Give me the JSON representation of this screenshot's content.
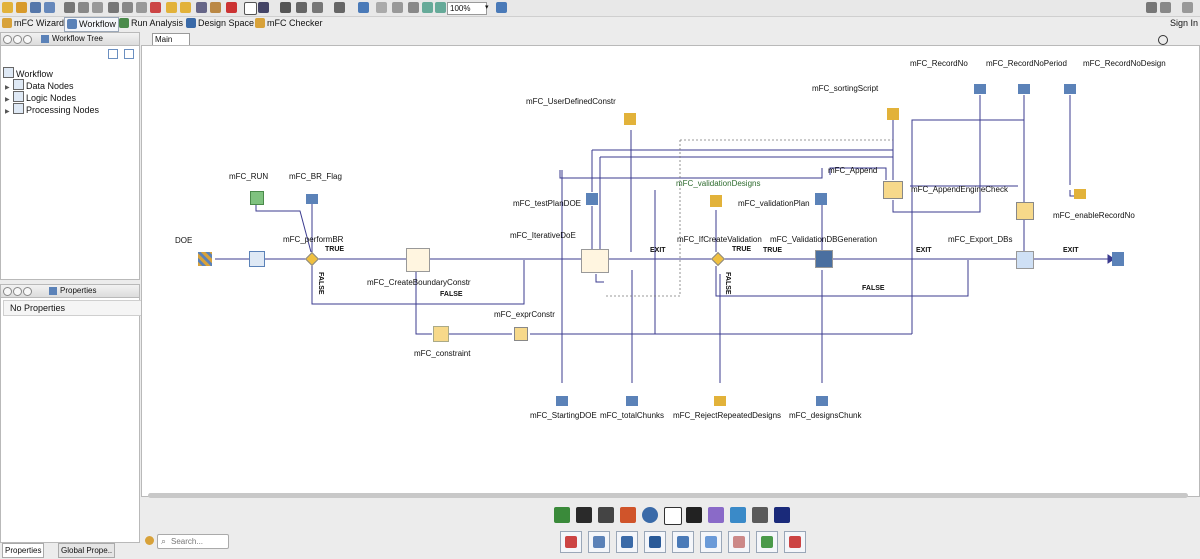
{
  "toolbar": {
    "zoom_value": "100%"
  },
  "perspectives": [
    {
      "label": "mFC Wizard"
    },
    {
      "label": "Workflow"
    },
    {
      "label": "Run Analysis"
    },
    {
      "label": "Design Space"
    },
    {
      "label": "mFC Checker"
    }
  ],
  "sign_in": "Sign In",
  "workflow_tree": {
    "title": "Workflow Tree",
    "items": [
      {
        "label": "Workflow"
      },
      {
        "label": "Data Nodes"
      },
      {
        "label": "Logic Nodes"
      },
      {
        "label": "Processing Nodes"
      }
    ]
  },
  "properties": {
    "title": "Properties",
    "empty_text": "No Properties"
  },
  "bottom_tabs": [
    {
      "label": "Properties"
    },
    {
      "label": "Global Prope.."
    }
  ],
  "editor": {
    "tab_label": "Main"
  },
  "search": {
    "placeholder": "Search..."
  },
  "workflow": {
    "labels": {
      "doe": "DOE",
      "run": "mFC_RUN",
      "br_flag": "mFC_BR_Flag",
      "perform_br": "mFC_performBR",
      "create_boundary": "mFC_CreateBoundaryConstr",
      "constraint": "mFC_constraint",
      "expr_constr": "mFC_exprConstr",
      "user_defined": "mFC_UserDefinedConstr",
      "test_plan": "mFC_testPlanDOE",
      "iterative_doe": "mFC_IterativeDoE",
      "validation_designs": "mFC_validationDesigns",
      "validation_plan": "mFC_validationPlan",
      "if_create_validation": "mFC_IfCreateValidation",
      "validation_db": "mFC_ValidationDBGeneration",
      "sorting_script": "mFC_sortingScript",
      "append": "mFC_Append",
      "append_engine": "mFC_AppendEngineCheck",
      "record_no": "mFC_RecordNo",
      "record_no_period": "mFC_RecordNoPeriod",
      "record_no_design": "mFC_RecordNoDesign",
      "enable_record": "mFC_enableRecordNo",
      "export_dbs": "mFC_Export_DBs",
      "starting_doe": "mFC_StartingDOE",
      "total_chunks": "mFC_totalChunks",
      "reject_repeated": "mFC_RejectRepeatedDesigns",
      "designs_chunk": "mFC_designsChunk"
    },
    "conditions": {
      "true1": "TRUE",
      "false1": "FALSE",
      "false1b": "FALSE",
      "exit1": "EXIT",
      "true2": "TRUE",
      "false2": "FALSE",
      "true3": "TRUE",
      "exit2": "EXIT",
      "false3": "FALSE",
      "exit3": "EXIT"
    }
  }
}
